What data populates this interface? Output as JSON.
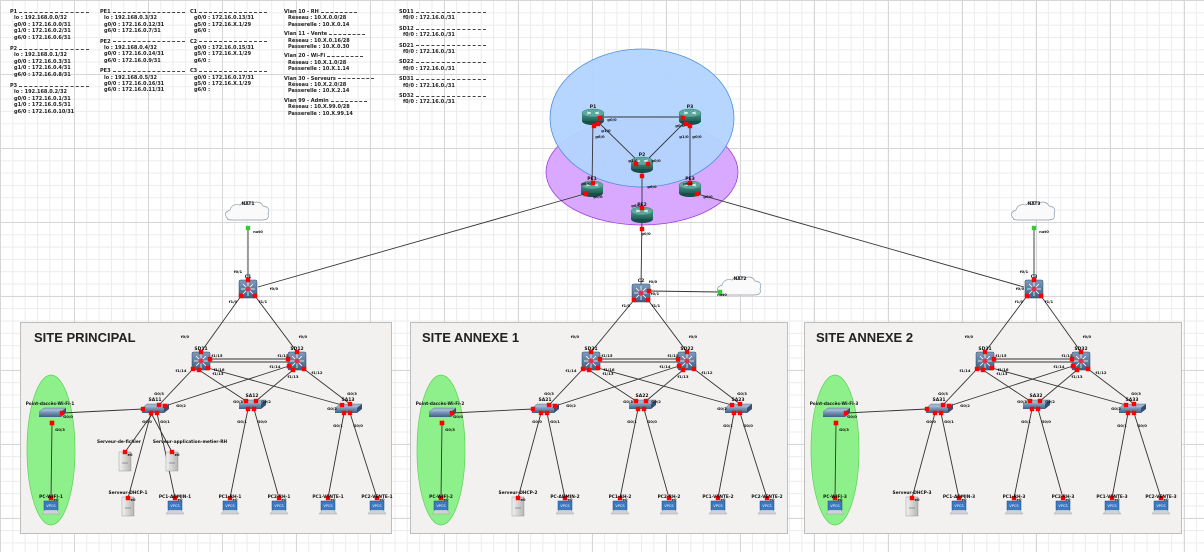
{
  "notes": {
    "routers_p": [
      {
        "name": "P1",
        "lines": [
          "lo : 192.168.0.0/32",
          "g0/0 : 172.16.0.0/31",
          "g1/0 : 172.16.0.2/31",
          "g6/0 : 172.16.0.6/31"
        ]
      },
      {
        "name": "P2",
        "lines": [
          "lo : 192.168.0.1/32",
          "g0/0 : 172.16.0.3/31",
          "g1/0 : 172.16.0.4/31",
          "g6/0 : 172.16.0.8/31"
        ]
      },
      {
        "name": "P3",
        "lines": [
          "lo : 192.168.0.2/32",
          "g0/0 : 172.16.0.1/31",
          "g1/0 : 172.16.0.5/31",
          "g6/0 : 172.16.0.10/31"
        ]
      }
    ],
    "routers_pe": [
      {
        "name": "PE1",
        "lines": [
          "lo : 192.168.0.3/32",
          "g0/0 : 172.16.0.12/31",
          "g6/0 : 172.16.0.7/31"
        ]
      },
      {
        "name": "PE2",
        "lines": [
          "lo : 192.168.0.4/32",
          "g0/0 : 172.16.0.14/31",
          "g6/0 : 172.16.0.9/31"
        ]
      },
      {
        "name": "PE3",
        "lines": [
          "lo : 192.168.0.5/32",
          "g0/0 : 172.16.0.16/31",
          "g6/0 : 172.16.0.11/31"
        ]
      }
    ],
    "routers_c": [
      {
        "name": "C1",
        "lines": [
          "g0/0 : 172.16.0.13/31",
          "g5/0 : 172.16.X.1/29",
          "g6/0 :"
        ]
      },
      {
        "name": "C2",
        "lines": [
          "g0/0 : 172.16.0.15/31",
          "g5/0 : 172.16.X.1/29",
          "g6/0 :"
        ]
      },
      {
        "name": "C3",
        "lines": [
          "g0/0 : 172.16.0.17/31",
          "g5/0 : 172.16.X.1/29",
          "g6/0 :"
        ]
      }
    ],
    "vlans": [
      {
        "name": "Vlan 10 - RH",
        "lines": [
          "Réseau : 10.X.0.0/28",
          "Passerelle : 10.X.0.14"
        ]
      },
      {
        "name": "Vlan 11 - Vente",
        "lines": [
          "Réseau : 10.X.0.16/28",
          "Passerelle : 10.X.0.30"
        ]
      },
      {
        "name": "Vlan 20 - Wi-Fi",
        "lines": [
          "Réseau : 10.X.1.0/28",
          "Passerelle : 10.X.1.14"
        ]
      },
      {
        "name": "Vlan 30 - Serveurs",
        "lines": [
          "Réseau : 10.X.2.0/28",
          "Passerelle : 10.X.2.14"
        ]
      },
      {
        "name": "Vlan 99 - Admin",
        "lines": [
          "Réseau : 10.X.99.0/28",
          "Passerelle : 10.X.99.14"
        ]
      }
    ],
    "switches_sd": [
      {
        "name": "SD11",
        "lines": [
          "f0/0 : 172.16.0./31"
        ]
      },
      {
        "name": "SD12",
        "lines": [
          "f0/0 : 172.16.0./31"
        ]
      },
      {
        "name": "SD21",
        "lines": [
          "f0/0 : 172.16.0./31"
        ]
      },
      {
        "name": "SD22",
        "lines": [
          "f0/0 : 172.16.0./31"
        ]
      },
      {
        "name": "SD31",
        "lines": [
          "f0/0 : 172.16.0./31"
        ]
      },
      {
        "name": "SD32",
        "lines": [
          "f0/0 : 172.16.0./31"
        ]
      }
    ]
  },
  "core": {
    "p_routers": [
      "P1",
      "P2",
      "P3"
    ],
    "pe_routers": [
      "PE1",
      "PE2",
      "PE3"
    ],
    "ports": {
      "g0_0": "g0/0",
      "g1_0": "g1/0",
      "g6_0": "g6/0"
    }
  },
  "sites": [
    {
      "title": "SITE PRINCIPAL",
      "nat": "NAT1",
      "nat_port": "nat0",
      "core_switch": "C1",
      "core_ports": {
        "up": "f0/1",
        "pe": "f0/0",
        "l": "f1/0",
        "r": "f1/1"
      },
      "sd": [
        "SD11",
        "SD12"
      ],
      "sd_ports": {
        "up": "f0/0",
        "f15": "f1/15",
        "f14": "f1/14",
        "f13": "f1/13",
        "f12": "f1/12",
        "f16": "f1/16"
      },
      "sa": [
        "SA11",
        "SA12",
        "SA13"
      ],
      "sa_ports": {
        "g3": "G0/3",
        "g2": "G0/2",
        "g1": "G0/1",
        "g0": "G0/0"
      },
      "ap": "Point-daccès-Wi-Fi-1",
      "ap_ports": {
        "up": "G0/0",
        "down": "G0/3"
      },
      "extra_servers": [
        "Serveur-de-fichier",
        "Serveur-application-metier-RH"
      ],
      "hosts": [
        "PC-WIFI-1",
        "Serveur-DHCP-1",
        "PC1-ADMIN-1",
        "PC1-RH-1",
        "PC2-RH-1",
        "PC1-VENTE-1",
        "PC2-VENTE-1"
      ],
      "host_port": "e0"
    },
    {
      "title": "SITE ANNEXE 1",
      "nat": "NAT2",
      "nat_port": "nat0",
      "core_switch": "C2",
      "core_ports": {
        "up": "f0/0",
        "pe": "f0/1",
        "l": "f1/0",
        "r": "f1/1"
      },
      "sd": [
        "SD21",
        "SD22"
      ],
      "sd_ports": {
        "up": "f0/0",
        "f15": "f1/15",
        "f14": "f1/14",
        "f13": "f1/13",
        "f12": "f1/12",
        "f16": "f1/16"
      },
      "sa": [
        "SA21",
        "SA22",
        "SA23"
      ],
      "sa_ports": {
        "g3": "G0/3",
        "g2": "G0/2",
        "g1": "G0/1",
        "g0": "G0/0"
      },
      "ap": "Point-daccès-Wi-Fi-2",
      "ap_ports": {
        "up": "G0/0",
        "down": "G0/3"
      },
      "extra_servers": [],
      "hosts": [
        "PC-WIFI-2",
        "Serveur-DHCP-2",
        "PC-ADMIN-2",
        "PC1-RH-2",
        "PC2-RH-2",
        "PC1-VENTE-2",
        "PC2-VENTE-2"
      ],
      "host_port": "e0"
    },
    {
      "title": "SITE ANNEXE 2",
      "nat": "NAT3",
      "nat_port": "nat0",
      "core_switch": "C3",
      "core_ports": {
        "up": "f0/1",
        "pe": "f0/0",
        "l": "f1/0",
        "r": "f1/1"
      },
      "sd": [
        "SD31",
        "SD32"
      ],
      "sd_ports": {
        "up": "f0/0",
        "f15": "f1/15",
        "f14": "f1/14",
        "f13": "f1/13",
        "f12": "f1/12",
        "f16": "f1/16"
      },
      "sa": [
        "SA31",
        "SA32",
        "SA33"
      ],
      "sa_ports": {
        "g3": "G0/3",
        "g2": "G0/2",
        "g1": "G0/1",
        "g0": "G0/0"
      },
      "ap": "Point-daccès-Wi-Fi-3",
      "ap_ports": {
        "up": "G0/0",
        "down": "G0/3"
      },
      "extra_servers": [],
      "hosts": [
        "PC-WIFI-3",
        "Serveur-DHCP-3",
        "PC1-ADMIN-3",
        "PC1-RH-3",
        "PC2-RH-3",
        "PC1-VENTE-3",
        "PC2-VENTE-3"
      ],
      "host_port": "e0"
    }
  ],
  "colors": {
    "p_zone": "#b3d4ff",
    "p_zone_border": "#4a90e2",
    "pe_zone": "#d9a8ff",
    "pe_zone_border": "#a040e0",
    "wifi_zone": "#8ef08a",
    "router": "#2e7d74",
    "switch": "#4a6a8c",
    "link": "#333333",
    "port_down": "#ff0000",
    "port_up": "#33cc33"
  }
}
